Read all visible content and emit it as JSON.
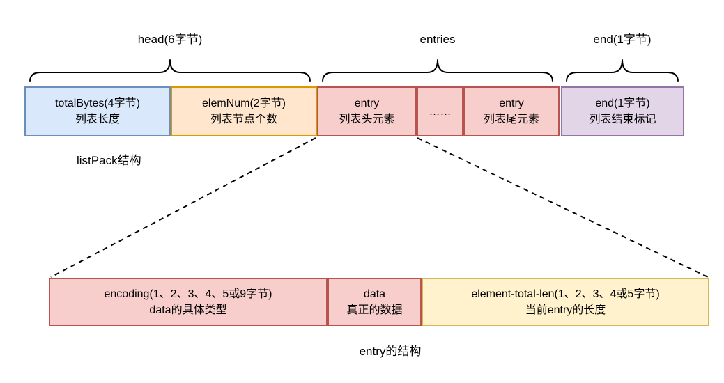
{
  "palette": {
    "blue_fill": "#dae8fc",
    "blue_stroke": "#6c8ebf",
    "orange_fill": "#ffe6cc",
    "orange_stroke": "#d79b00",
    "red_fill": "#f8cecc",
    "red_stroke": "#b85450",
    "purple_fill": "#e1d5e7",
    "purple_stroke": "#9673a6",
    "yellow_fill": "#fff2cc",
    "yellow_stroke": "#d6b656",
    "line_color": "#000000"
  },
  "braces": [
    {
      "label": "head(6字节)"
    },
    {
      "label": "entries"
    },
    {
      "label": "end(1字节)"
    }
  ],
  "listpack": {
    "caption": "listPack结构",
    "cells": [
      {
        "line1": "totalBytes(4字节)",
        "line2": "列表长度"
      },
      {
        "line1": "elemNum(2字节)",
        "line2": "列表节点个数"
      },
      {
        "line1": "entry",
        "line2": "列表头元素"
      },
      {
        "line1": "……",
        "line2": ""
      },
      {
        "line1": "entry",
        "line2": "列表尾元素"
      },
      {
        "line1": "end(1字节)",
        "line2": "列表结束标记"
      }
    ]
  },
  "entry": {
    "caption": "entry的结构",
    "cells": [
      {
        "line1": "encoding(1、2、3、4、5或9字节)",
        "line2": "data的具体类型"
      },
      {
        "line1": "data",
        "line2": "真正的数据"
      },
      {
        "line1": "element-total-len(1、2、3、4或5字节)",
        "line2": "当前entry的长度"
      }
    ]
  }
}
